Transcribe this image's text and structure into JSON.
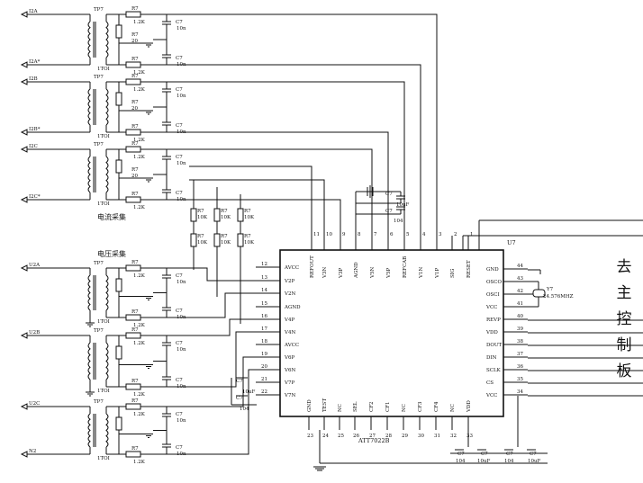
{
  "current_inputs": [
    {
      "pos": "I2A",
      "neg": "I2A*",
      "transformer": "TP7",
      "ratio": "1TOI"
    },
    {
      "pos": "I2B",
      "neg": "I2B*",
      "transformer": "TP7",
      "ratio": "1TOI"
    },
    {
      "pos": "I2C",
      "neg": "I2C*",
      "transformer": "TP7",
      "ratio": "1TOI"
    }
  ],
  "voltage_inputs": [
    {
      "pos": "U2A",
      "transformer": "TP7",
      "ratio": "1TOI"
    },
    {
      "pos": "U2B",
      "transformer": "TP7",
      "ratio": "1TOI"
    },
    {
      "pos": "U2C",
      "neg": "N2",
      "transformer": "TP7",
      "ratio": "1TOI"
    }
  ],
  "parts": {
    "r_ref": "R7",
    "r_val": "1.2K",
    "r_load": "20",
    "c_ref": "C7",
    "c_val": "10n",
    "divider_val": "10K",
    "c104": "104",
    "c10u": "10uF",
    "crystal_ref": "Y7",
    "crystal_val": "24.576MHZ",
    "chip_ref": "U7",
    "chip_part": "ATT7022B"
  },
  "sections": {
    "current_sampling": "电流采集",
    "voltage_sampling": "电压采集"
  },
  "side_label": [
    "去",
    "主",
    "控",
    "制",
    "板"
  ],
  "chip": {
    "top_pins": [
      {
        "num": "11",
        "name": "REFOUT"
      },
      {
        "num": "10",
        "name": "V3N"
      },
      {
        "num": "9",
        "name": "V3P"
      },
      {
        "num": "8",
        "name": "AGND"
      },
      {
        "num": "7",
        "name": "V5N"
      },
      {
        "num": "6",
        "name": "V5P"
      },
      {
        "num": "5",
        "name": "REFCAB"
      },
      {
        "num": "4",
        "name": "V1N"
      },
      {
        "num": "3",
        "name": "V1P"
      },
      {
        "num": "2",
        "name": "SIG"
      },
      {
        "num": "1",
        "name": "RESET"
      }
    ],
    "left_pins": [
      {
        "num": "12",
        "name": "AVCC"
      },
      {
        "num": "13",
        "name": "V2P"
      },
      {
        "num": "14",
        "name": "V2N"
      },
      {
        "num": "15",
        "name": "AGND"
      },
      {
        "num": "16",
        "name": "V4P"
      },
      {
        "num": "17",
        "name": "V4N"
      },
      {
        "num": "18",
        "name": "AVCC"
      },
      {
        "num": "19",
        "name": "V6P"
      },
      {
        "num": "20",
        "name": "V6N"
      },
      {
        "num": "21",
        "name": "V7P"
      },
      {
        "num": "22",
        "name": "V7N"
      }
    ],
    "right_pins": [
      {
        "num": "44",
        "name": "GND"
      },
      {
        "num": "43",
        "name": "OSCO"
      },
      {
        "num": "42",
        "name": "OSCI"
      },
      {
        "num": "41",
        "name": "VCC"
      },
      {
        "num": "40",
        "name": "REVP"
      },
      {
        "num": "39",
        "name": "VDD"
      },
      {
        "num": "38",
        "name": "DOUT"
      },
      {
        "num": "37",
        "name": "DIN"
      },
      {
        "num": "36",
        "name": "SCLK"
      },
      {
        "num": "35",
        "name": "CS"
      },
      {
        "num": "34",
        "name": "VCC"
      }
    ],
    "bottom_pins": [
      {
        "num": "23",
        "name": "GND"
      },
      {
        "num": "24",
        "name": "TEST"
      },
      {
        "num": "25",
        "name": "NC"
      },
      {
        "num": "26",
        "name": "SEL"
      },
      {
        "num": "27",
        "name": "CF2"
      },
      {
        "num": "28",
        "name": "CF1"
      },
      {
        "num": "29",
        "name": "NC"
      },
      {
        "num": "30",
        "name": "CF3"
      },
      {
        "num": "31",
        "name": "CF4"
      },
      {
        "num": "32",
        "name": "NC"
      },
      {
        "num": "33",
        "name": "VDD"
      }
    ]
  }
}
